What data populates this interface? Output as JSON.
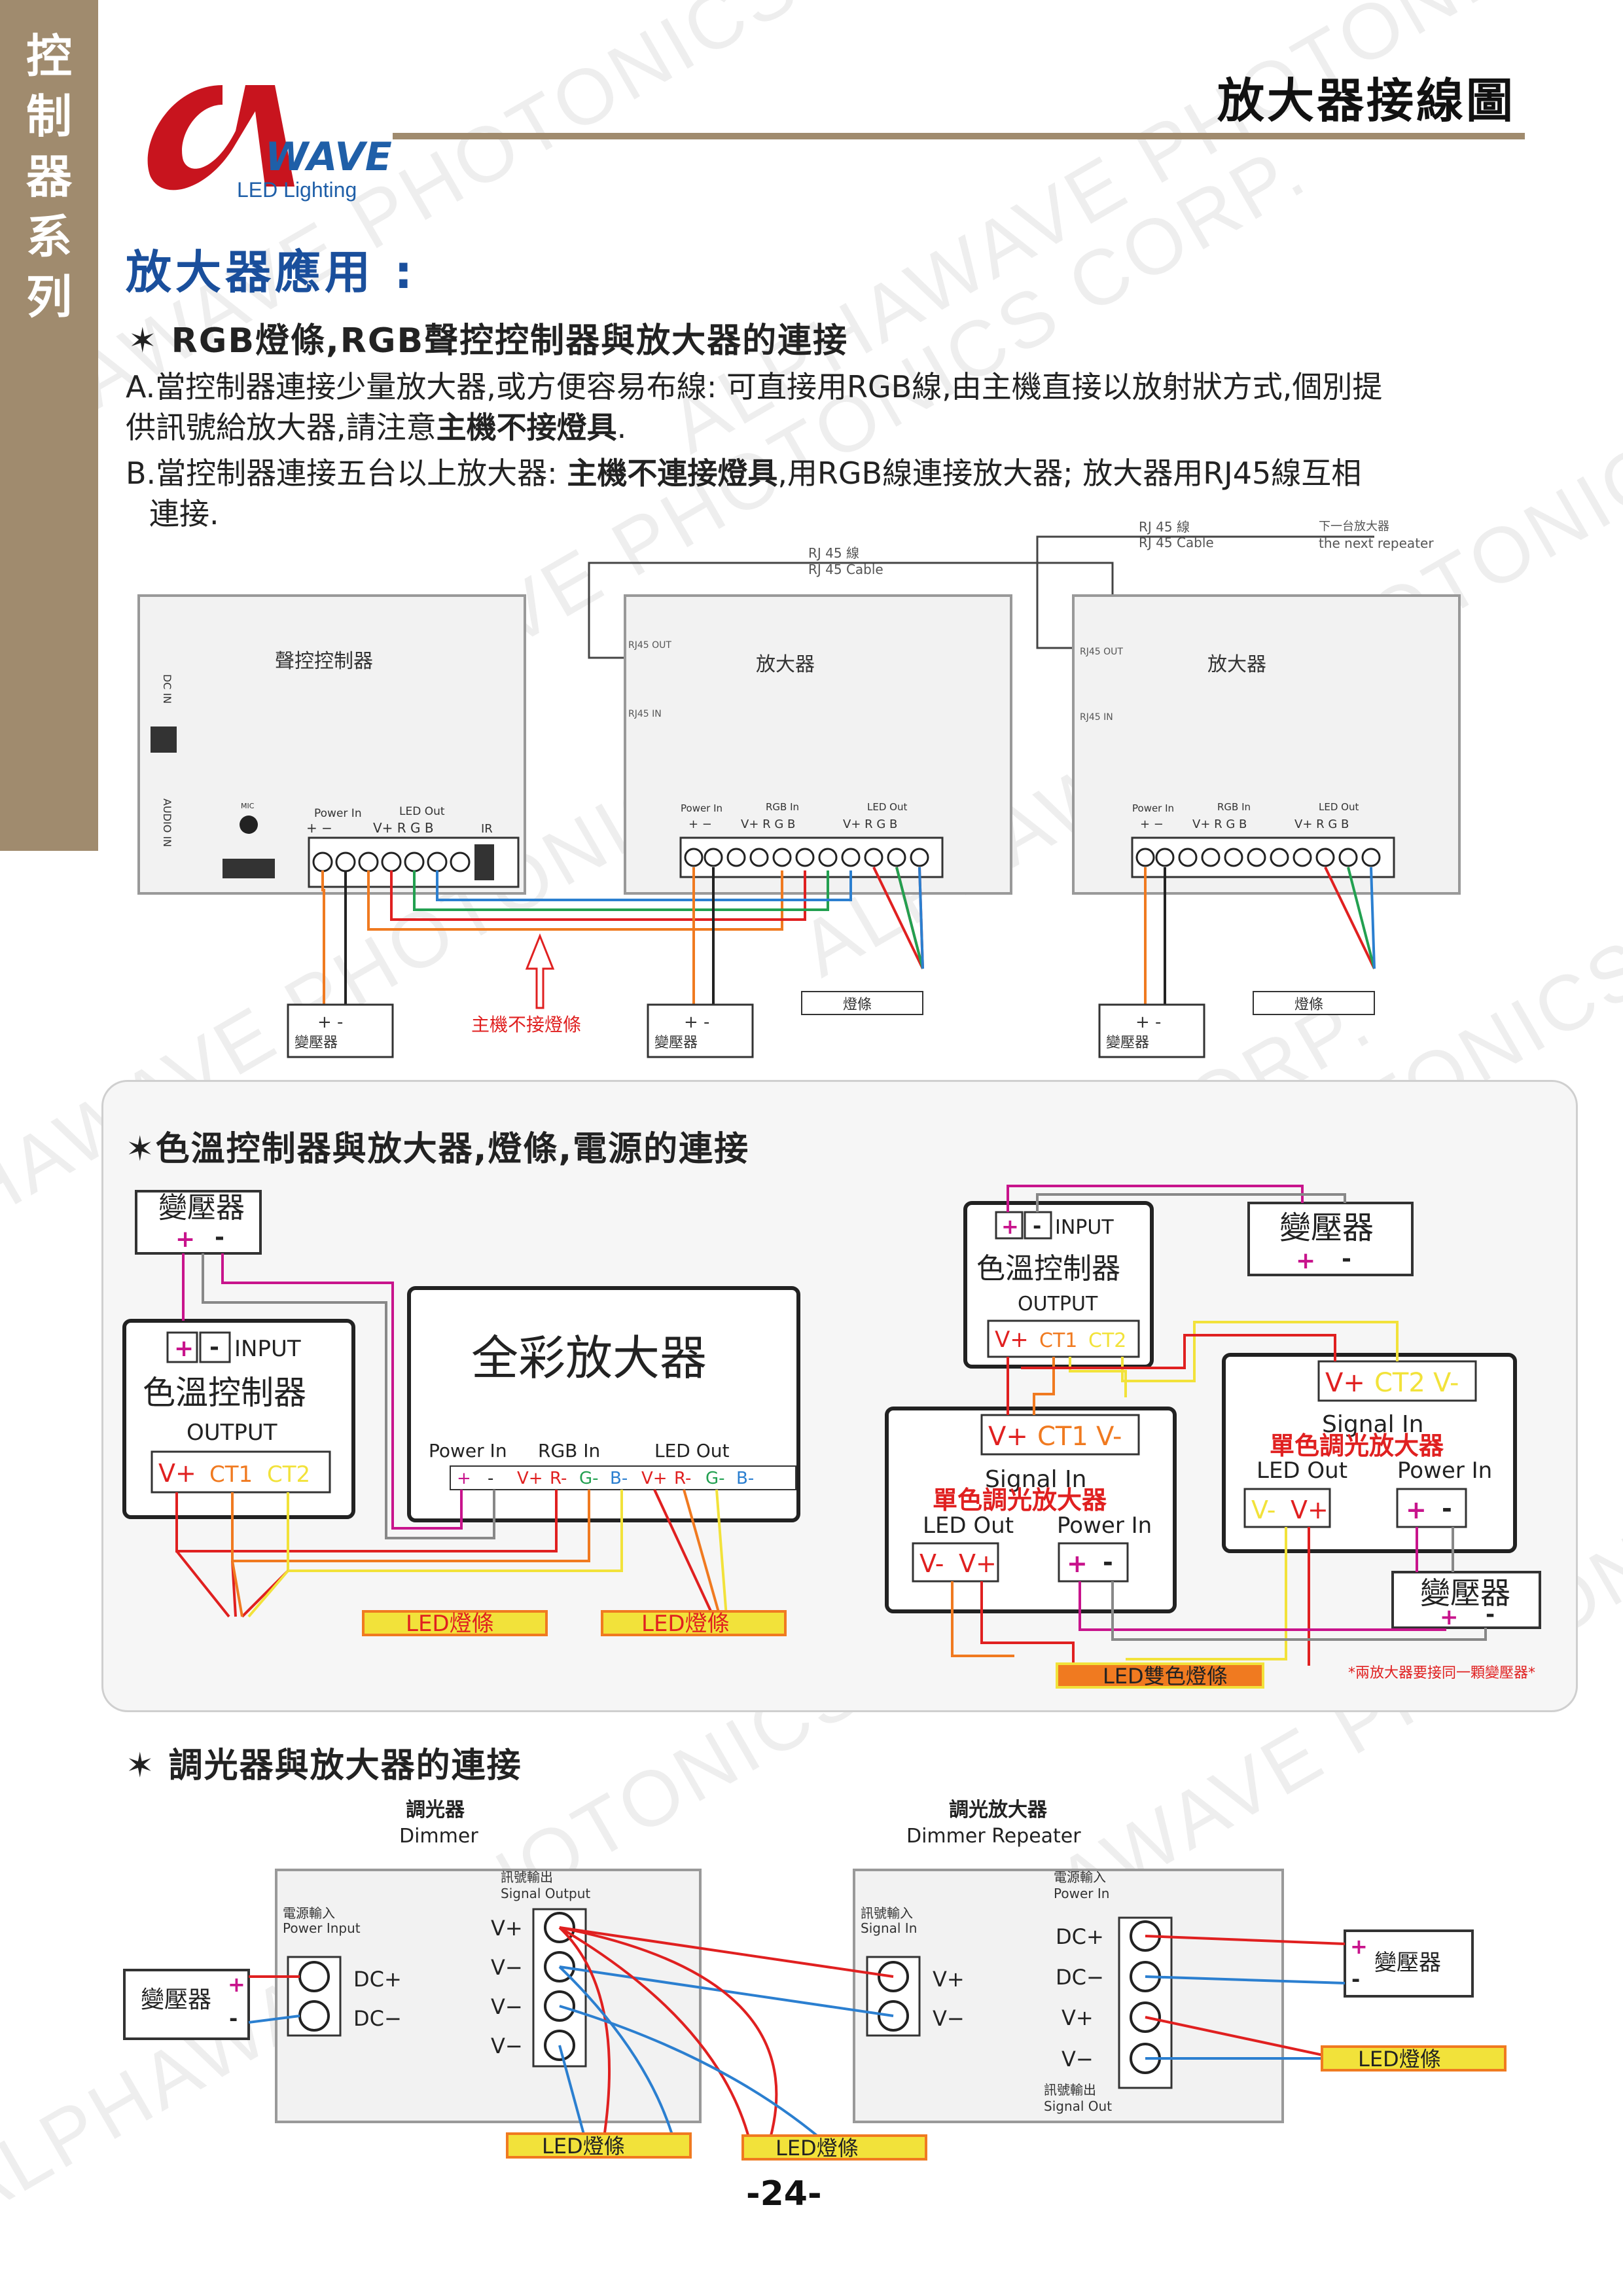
{
  "side_tab": {
    "chars": [
      "控",
      "制",
      "器",
      "系",
      "列"
    ]
  },
  "header": {
    "title": "放大器接線圖",
    "logo_sub": "LED Lighting",
    "logo_word": "WAVE"
  },
  "watermark": "ALPHAWAVE PHOTONICS CORP.",
  "section1": {
    "heading": "放大器應用 :",
    "subheading": "✶ RGB燈條,RGB聲控控制器與放大器的連接",
    "para_a_1": "A.當控制器連接少量放大器,或方便容易布線: 可直接用RGB線,由主機直接以放射狀方式,個別提",
    "para_a_2_pre": "供訊號給放大器,請注意",
    "para_a_2_bold": "主機不接燈具",
    "para_a_2_post": ".",
    "para_b_1_pre": "B.當控制器連接五台以上放大器: ",
    "para_b_1_bold": "主機不連接燈具",
    "para_b_1_post": ",用RGB線連接放大器; 放大器用RJ45線互相",
    "para_b_2": "連接."
  },
  "diagram1": {
    "controller_title": "聲控控制器",
    "dc_in": "DC IN",
    "audio_in": "AUDIO IN",
    "mic": "MIC",
    "power_in": "Power In",
    "led_out": "LED Out",
    "rgb_in": "RGB In",
    "ir": "IR",
    "pm": "+ −",
    "ctrl_terms": "V+ R G B",
    "amp_terms": "V+ R G B",
    "amp_title": "放大器",
    "rj45_out": "RJ45 OUT",
    "rj45_in": "RJ45 IN",
    "rj45_cable_zh": "RJ 45 線",
    "rj45_cable_en": "RJ 45 Cable",
    "next_zh": "下一台放大器",
    "next_en": "the next repeater",
    "transformer": "變壓器",
    "strip": "燈條",
    "no_strip": "主機不接燈條",
    "plus_minus": "+  -"
  },
  "section2": {
    "heading": "✶色溫控制器與放大器,燈條,電源的連接",
    "transformer": "變壓器",
    "input": "INPUT",
    "ctc": "色溫控制器",
    "output": "OUTPUT",
    "vplus": "V+",
    "ct1": "CT1",
    "ct2": "CT2",
    "full_amp": "全彩放大器",
    "power_in": "Power In",
    "rgb_in": "RGB In",
    "led_out": "LED Out",
    "amp_terms": [
      "+",
      "-",
      "V+",
      "R-",
      "G-",
      "B-",
      "V+",
      "R-",
      "G-",
      "B-"
    ],
    "strip": "LED燈條",
    "v_ct1_v": [
      "V+",
      "CT1",
      "V-"
    ],
    "v_ct2_v": [
      "V+",
      "CT2",
      "V-"
    ],
    "signal_in": "Signal In",
    "single_amp": "單色調光放大器",
    "v_minus": "V-",
    "dual_strip": "LED雙色燈條",
    "note": "*兩放大器要接同一顆變壓器*",
    "plus": "+",
    "minus": "-"
  },
  "section3": {
    "heading": "✶   調光器與放大器的連接",
    "dimmer_zh": "調光器",
    "dimmer_en": "Dimmer",
    "repeater_zh": "調光放大器",
    "repeater_en": "Dimmer Repeater",
    "power_input_zh": "電源輸入",
    "power_input_en": "Power Input",
    "power_in_zh": "電源輸入",
    "power_in_en": "Power In",
    "signal_output_zh": "訊號輸出",
    "signal_output_en": "Signal Output",
    "signal_in_zh": "訊號輸入",
    "signal_in_en": "Signal In",
    "signal_out_zh": "訊號輸出",
    "signal_out_en": "Signal Out",
    "dc_plus": "DC+",
    "dc_minus": "DC−",
    "v_plus": "V+",
    "v_minus": "V−",
    "transformer": "變壓器",
    "strip": "LED燈條"
  },
  "page": {
    "number": "-24-"
  },
  "colors": {
    "tab": "#a08b6e",
    "heading": "#1a4f9c",
    "red": "#e02020",
    "green": "#22a050",
    "blue": "#2b7fd0",
    "orange": "#f07a20",
    "yellow": "#f2e23a",
    "magenta": "#c8148c"
  }
}
